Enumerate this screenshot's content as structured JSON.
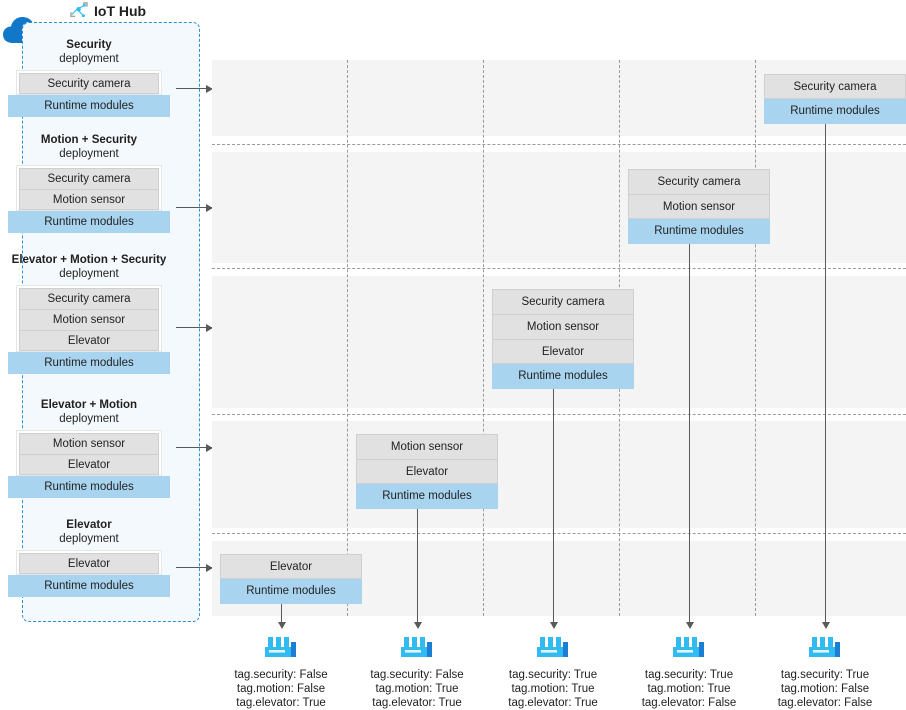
{
  "hub": {
    "title": "IoT Hub",
    "icon": "iot-hub-node-icon",
    "cloud_icon": "cloud-icon",
    "accent_blue": "#2f8ed6",
    "runtime_fill": "#a9d4f0",
    "module_fill": "#e1e1e1",
    "band_fill": "#f4f4f4",
    "deployments": [
      {
        "name": "Security",
        "subtitle": "deployment",
        "modules": [
          "Security camera"
        ],
        "runtime_label": "Runtime modules"
      },
      {
        "name": "Motion + Security",
        "subtitle": "deployment",
        "modules": [
          "Security camera",
          "Motion sensor"
        ],
        "runtime_label": "Runtime modules"
      },
      {
        "name": "Elevator + Motion + Security",
        "subtitle": "deployment",
        "modules": [
          "Security camera",
          "Motion sensor",
          "Elevator"
        ],
        "runtime_label": "Runtime modules"
      },
      {
        "name": "Elevator + Motion",
        "subtitle": "deployment",
        "modules": [
          "Motion sensor",
          "Elevator"
        ],
        "runtime_label": "Runtime modules"
      },
      {
        "name": "Elevator",
        "subtitle": "deployment",
        "modules": [
          "Elevator"
        ],
        "runtime_label": "Runtime modules"
      }
    ]
  },
  "grid": {
    "rows": [
      {
        "deployment": "Security",
        "target_column": 4,
        "modules": [
          "Security camera"
        ],
        "runtime_label": "Runtime modules"
      },
      {
        "deployment": "Motion + Security",
        "target_column": 3,
        "modules": [
          "Security camera",
          "Motion sensor"
        ],
        "runtime_label": "Runtime modules"
      },
      {
        "deployment": "Elevator + Motion + Security",
        "target_column": 2,
        "modules": [
          "Security camera",
          "Motion sensor",
          "Elevator"
        ],
        "runtime_label": "Runtime modules"
      },
      {
        "deployment": "Elevator + Motion",
        "target_column": 1,
        "modules": [
          "Motion sensor",
          "Elevator"
        ],
        "runtime_label": "Runtime modules"
      },
      {
        "deployment": "Elevator",
        "target_column": 0,
        "modules": [
          "Elevator"
        ],
        "runtime_label": "Runtime modules"
      }
    ]
  },
  "devices": [
    {
      "icon": "factory-icon",
      "tags": [
        "tag.security: False",
        "tag.motion: False",
        "tag.elevator: True"
      ]
    },
    {
      "icon": "factory-icon",
      "tags": [
        "tag.security: False",
        "tag.motion: True",
        "tag.elevator: True"
      ]
    },
    {
      "icon": "factory-icon",
      "tags": [
        "tag.security: True",
        "tag.motion: True",
        "tag.elevator: True"
      ]
    },
    {
      "icon": "factory-icon",
      "tags": [
        "tag.security: True",
        "tag.motion: True",
        "tag.elevator: False"
      ]
    },
    {
      "icon": "factory-icon",
      "tags": [
        "tag.security: True",
        "tag.motion: False",
        "tag.elevator: False"
      ]
    }
  ]
}
